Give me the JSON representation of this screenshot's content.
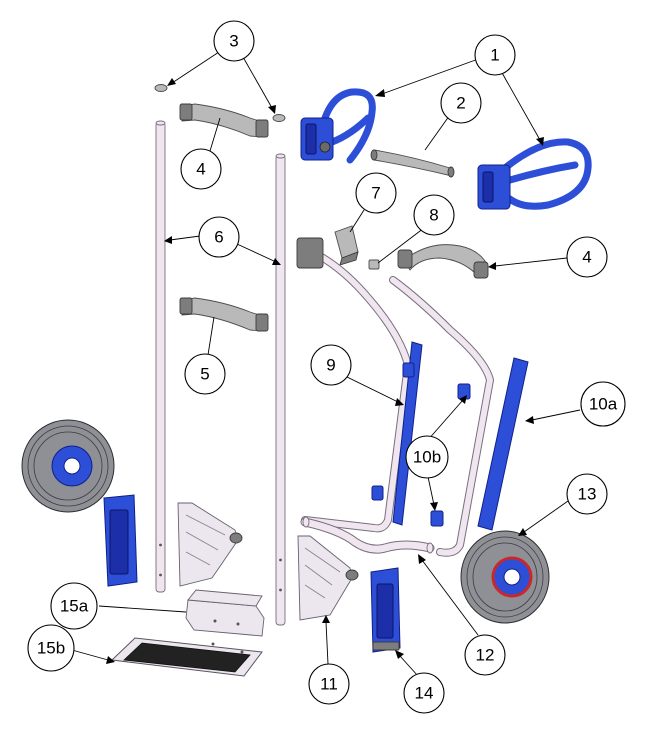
{
  "colors": {
    "blue_parts": "#2d4fd8",
    "grey_parts": "#b9b9b9",
    "tubes": "#efe6f0",
    "tire": "#8f8f96",
    "hub_red": "#c8282a"
  },
  "callouts": {
    "c1": "1",
    "c2": "2",
    "c3": "3",
    "c4a": "4",
    "c4b": "4",
    "c5": "5",
    "c6": "6",
    "c7": "7",
    "c8": "8",
    "c9": "9",
    "c10a": "10a",
    "c10b": "10b",
    "c11": "11",
    "c12": "12",
    "c13": "13",
    "c14": "14",
    "c15a": "15a",
    "c15b": "15b"
  }
}
